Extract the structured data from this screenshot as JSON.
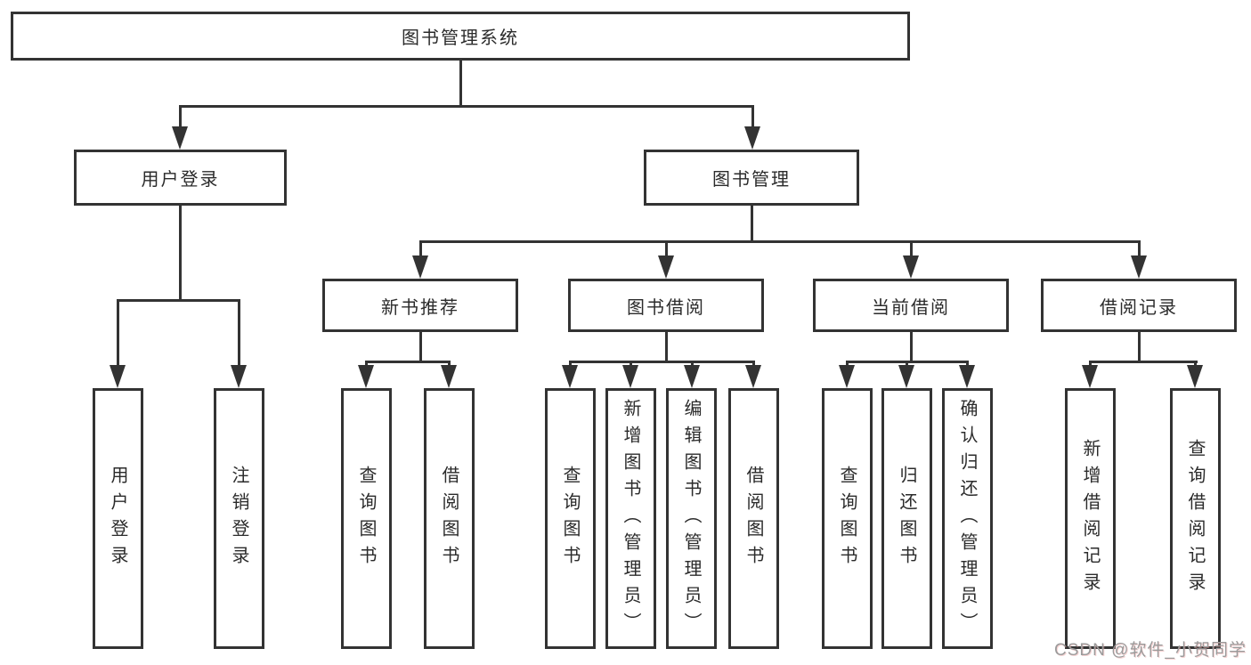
{
  "tree": {
    "root": {
      "label": "图书管理系统"
    },
    "branches": [
      {
        "label": "用户登录",
        "children": [
          {
            "label": "用户登录"
          },
          {
            "label": "注销登录"
          }
        ]
      },
      {
        "label": "图书管理",
        "groups": [
          {
            "label": "新书推荐",
            "children": [
              {
                "label": "查询图书"
              },
              {
                "label": "借阅图书"
              }
            ]
          },
          {
            "label": "图书借阅",
            "children": [
              {
                "label": "查询图书"
              },
              {
                "label": "新增图书（管理员）"
              },
              {
                "label": "编辑图书（管理员）"
              },
              {
                "label": "借阅图书"
              }
            ]
          },
          {
            "label": "当前借阅",
            "children": [
              {
                "label": "查询图书"
              },
              {
                "label": "归还图书"
              },
              {
                "label": "确认归还（管理员）"
              }
            ]
          },
          {
            "label": "借阅记录",
            "children": [
              {
                "label": "新增借阅记录"
              },
              {
                "label": "查询借阅记录"
              }
            ]
          }
        ]
      }
    ]
  },
  "watermark": {
    "text": "CSDN @软件_小贺同学"
  },
  "colors": {
    "line": "#333333",
    "text": "#2b2b2b",
    "watermark": "#9b9b9b"
  }
}
